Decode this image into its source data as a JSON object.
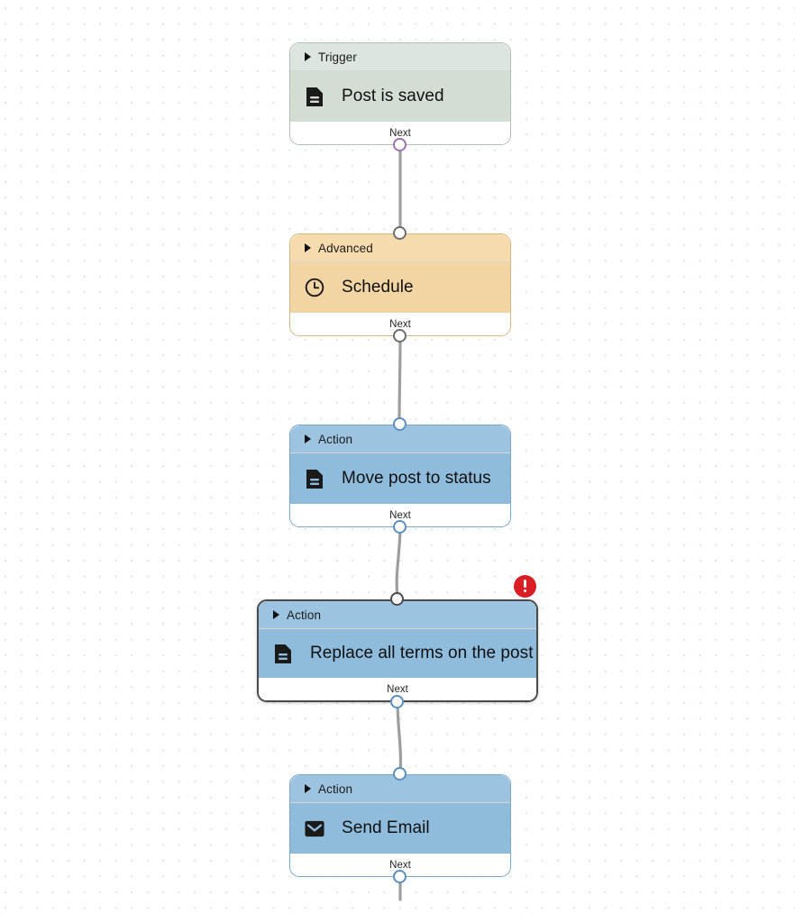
{
  "canvas": {
    "background": "#ffffff",
    "dot_color": "#e3e3e3",
    "edge_color": "#9e9e9e"
  },
  "nodes": [
    {
      "id": "trigger-post-is-saved",
      "kind": "trigger",
      "header_label": "Trigger",
      "title": "Post is saved",
      "icon": "document-icon",
      "footer_label": "Next",
      "header_color": "#dde6de",
      "body_color": "#d3ddd4",
      "border_color": "#b4bdb6",
      "selected": false,
      "has_error": false
    },
    {
      "id": "advanced-schedule",
      "kind": "advanced",
      "header_label": "Advanced",
      "title": "Schedule",
      "icon": "clock-icon",
      "footer_label": "Next",
      "header_color": "#f6dcad",
      "body_color": "#f2d5a2",
      "border_color": "#d6b887",
      "selected": false,
      "has_error": false
    },
    {
      "id": "action-move-post-to-status",
      "kind": "action",
      "header_label": "Action",
      "title": "Move post to status",
      "icon": "document-icon",
      "footer_label": "Next",
      "header_color": "#9cc4e0",
      "body_color": "#8fbcdc",
      "border_color": "#7ba7cb",
      "selected": false,
      "has_error": false
    },
    {
      "id": "action-replace-all-terms-on-the-post",
      "kind": "action",
      "header_label": "Action",
      "title": "Replace all terms on the post",
      "icon": "document-icon",
      "footer_label": "Next",
      "header_color": "#9cc4e0",
      "body_color": "#8fbcdc",
      "border_color": "#4a4a4a",
      "selected": true,
      "has_error": true,
      "error_color": "#d91f24"
    },
    {
      "id": "action-send-email",
      "kind": "action",
      "header_label": "Action",
      "title": "Send Email",
      "icon": "envelope-icon",
      "footer_label": "Next",
      "header_color": "#9cc4e0",
      "body_color": "#8fbcdc",
      "border_color": "#7ba7cb",
      "selected": false,
      "has_error": false
    }
  ]
}
